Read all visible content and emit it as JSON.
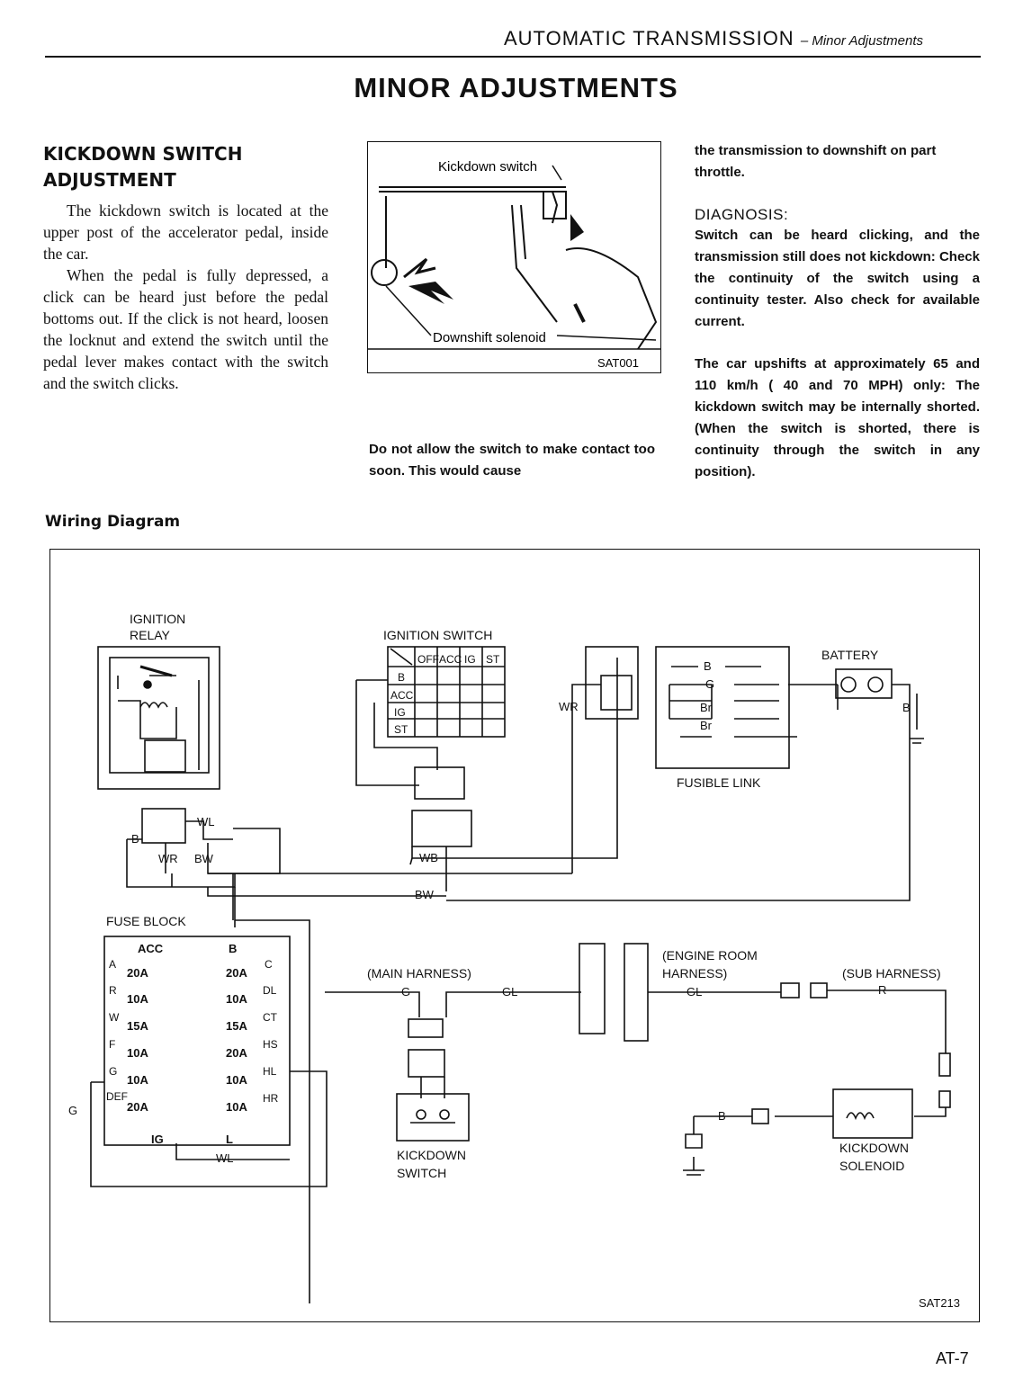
{
  "header": {
    "section": "AUTOMATIC TRANSMISSION",
    "subsection": "– Minor Adjustments"
  },
  "title": "MINOR ADJUSTMENTS",
  "kickdown": {
    "heading_line1": "KICKDOWN SWITCH",
    "heading_line2": "ADJUSTMENT",
    "para1": "The kickdown switch is located at the upper post of the accelerator pedal, inside the car.",
    "para2": "When the pedal is fully depressed, a click can be heard just before the pedal bottoms out. If the click is not heard, loosen the locknut and extend the switch until the pedal lever makes contact with the switch and the switch clicks.",
    "mid_text": "Do not allow the switch to make contact too soon. This would cause",
    "right_cont": "the transmission to downshift on part throttle.",
    "diagnosis_heading": "DIAGNOSIS:",
    "diagnosis_text": "Switch can be heard clicking, and the transmission still does not kickdown: Check the continuity of the switch using a continuity tester. Also check for available current.",
    "upshift_text": "The car upshifts at approximately 65 and 110 km/h ( 40 and 70 MPH) only: The kickdown switch may be internally shorted. (When the switch is shorted, there is continuity through the switch in any position)."
  },
  "figure1": {
    "label_switch": "Kickdown switch",
    "label_solenoid": "Downshift solenoid",
    "code": "SAT001"
  },
  "wiring": {
    "heading": "Wiring Diagram",
    "ignition_relay": [
      "IGNITION",
      "RELAY"
    ],
    "ignition_switch": "IGNITION SWITCH",
    "ign_cols": [
      "OFF",
      "ACC",
      "IG",
      "ST"
    ],
    "ign_rows": [
      "B",
      "ACC",
      "IG",
      "ST"
    ],
    "battery": "BATTERY",
    "fusible_link": "FUSIBLE LINK",
    "fuse_block": "FUSE BLOCK",
    "main_harness": "(MAIN HARNESS)",
    "engine_room_harness": [
      "(ENGINE ROOM",
      "HARNESS)"
    ],
    "sub_harness": "(SUB HARNESS)",
    "kickdown_switch": [
      "KICKDOWN",
      "SWITCH"
    ],
    "kickdown_solenoid": [
      "KICKDOWN",
      "SOLENOID"
    ],
    "code": "SAT213",
    "wires": {
      "wl": "WL",
      "wr": "WR",
      "bw": "BW",
      "wb": "WB",
      "b": "B",
      "g": "G",
      "gl": "GL",
      "r": "R",
      "br": "Br"
    },
    "fuses_left": [
      {
        "code": "A",
        "rating": "20A"
      },
      {
        "code": "R",
        "rating": "10A"
      },
      {
        "code": "W",
        "rating": "15A"
      },
      {
        "code": "F",
        "rating": "10A"
      },
      {
        "code": "G",
        "rating": "10A"
      },
      {
        "code": "DEF",
        "rating": "20A"
      }
    ],
    "fuses_right": [
      {
        "code": "C",
        "rating": "20A"
      },
      {
        "code": "DL",
        "rating": "10A"
      },
      {
        "code": "CT",
        "rating": "15A"
      },
      {
        "code": "HS",
        "rating": "20A"
      },
      {
        "code": "HL",
        "rating": "10A"
      },
      {
        "code": "HR",
        "rating": "10A"
      }
    ],
    "fuse_top_left": "ACC",
    "fuse_top_right": "B",
    "fuse_bottom_left": "IG",
    "fuse_bottom_right": "L"
  },
  "page_number": "AT-7"
}
